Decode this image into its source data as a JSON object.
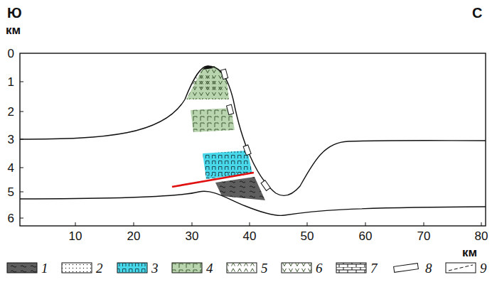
{
  "diagram": {
    "labels": [
      "Ю",
      "км",
      "С",
      "0",
      "1",
      "2",
      "3",
      "4",
      "5",
      "6",
      "10",
      "20",
      "30",
      "40",
      "50",
      "60",
      "70",
      "80",
      "км"
    ],
    "legend": [
      {
        "text": "1",
        "color": "#5e5e5e"
      },
      {
        "text": "2"
      },
      {
        "text": "3",
        "color": "#49d8ea"
      },
      {
        "text": "4",
        "color": "#b9d5b0"
      },
      {
        "text": "5"
      },
      {
        "text": "6"
      },
      {
        "text": "7"
      },
      {
        "text": "8"
      },
      {
        "text": "9"
      }
    ]
  }
}
